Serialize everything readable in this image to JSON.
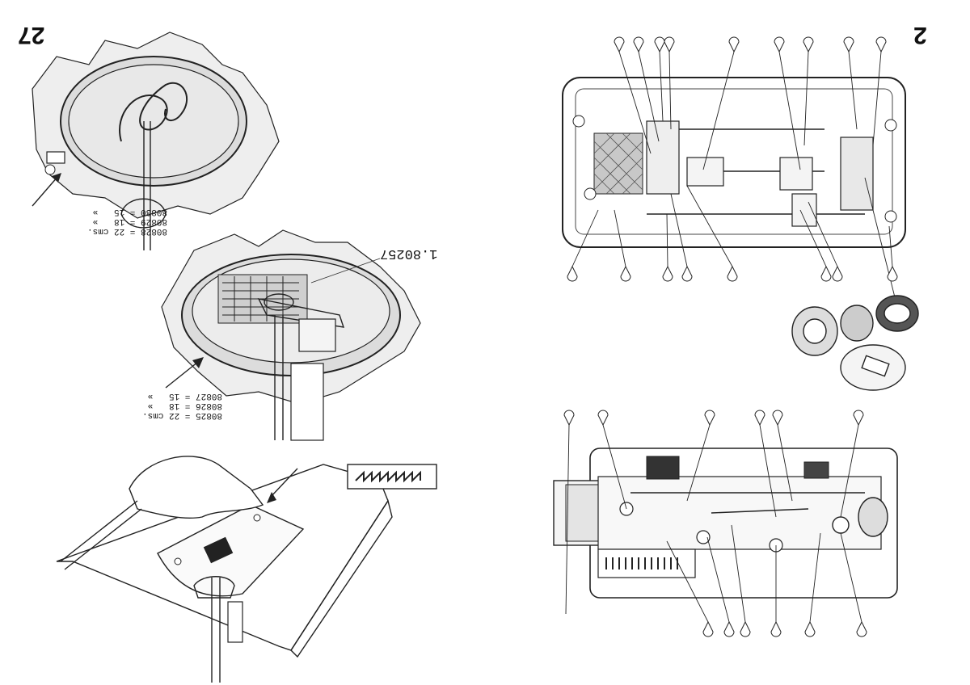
{
  "left_page": {
    "page_number": "27",
    "part_number_label": "1.80257",
    "hoop_set_top": [
      "80828 = 22 cms.",
      "80829 = 18   »",
      "80830 = 15   »"
    ],
    "hoop_set_middle": [
      "80825 = 22 cms.",
      "80826 = 18   »",
      "80827 = 15   »"
    ]
  },
  "right_page": {
    "page_number": "2"
  },
  "colors": {
    "ink": "#222222",
    "paper": "#ffffff",
    "fabric_shade": "#d9d9d9"
  }
}
